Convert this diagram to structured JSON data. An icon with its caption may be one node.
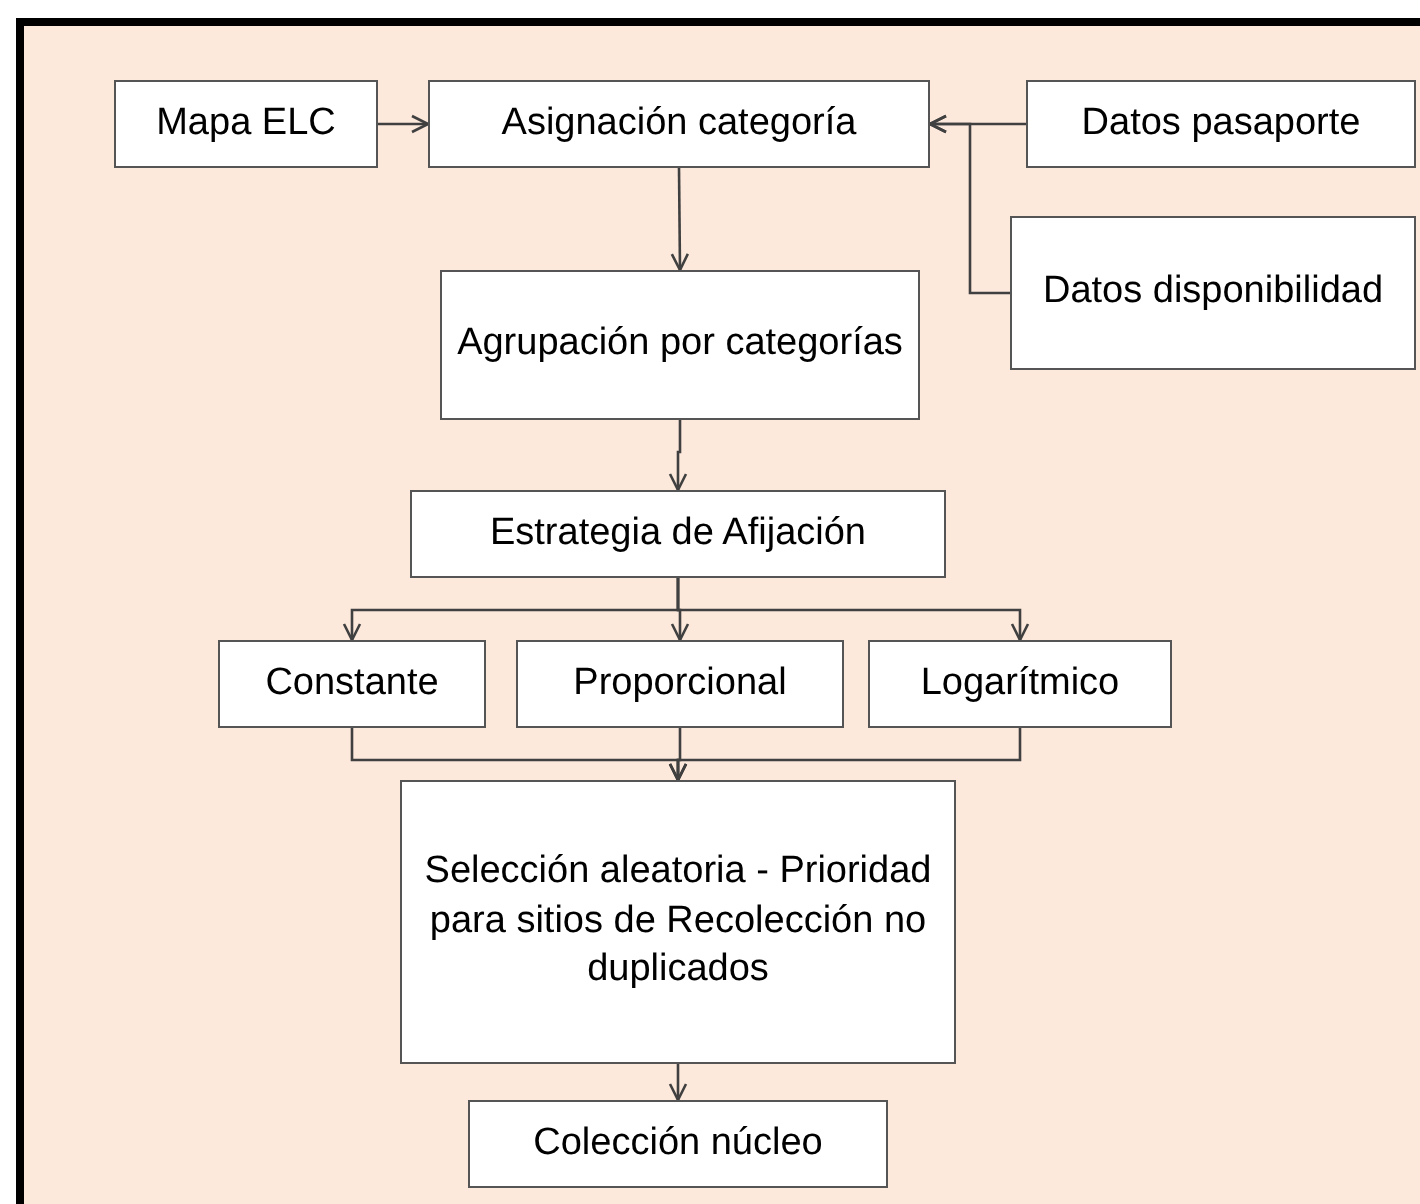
{
  "diagram": {
    "nodes": [
      {
        "text": [
          "Mapa ELC"
        ]
      },
      {
        "text": [
          "Asignación categoría"
        ]
      },
      {
        "text": [
          "Datos pasaporte"
        ]
      },
      {
        "text": [
          "Datos disponibilidad"
        ]
      },
      {
        "text": [
          "Agrupación por categorías"
        ]
      },
      {
        "text": [
          "Estrategia de Afijación"
        ]
      },
      {
        "text": [
          "Constante"
        ]
      },
      {
        "text": [
          "Proporcional"
        ]
      },
      {
        "text": [
          "Logarítmico"
        ]
      },
      {
        "text": [
          "Selección aleatoria - Prioridad para sitios de Recolección no duplicados"
        ]
      },
      {
        "text": [
          "Colección núcleo"
        ]
      }
    ],
    "edges": [
      {
        "from": 0,
        "to": 1,
        "arrow": "to"
      },
      {
        "from": 2,
        "to": 1,
        "arrow": "to"
      },
      {
        "from": 3,
        "to": 1,
        "arrow": "to"
      },
      {
        "from": 1,
        "to": 4,
        "arrow": "to"
      },
      {
        "from": 4,
        "to": 5,
        "arrow": "to"
      },
      {
        "from": 5,
        "to": 6,
        "arrow": "to"
      },
      {
        "from": 5,
        "to": 7,
        "arrow": "to"
      },
      {
        "from": 5,
        "to": 8,
        "arrow": "to"
      },
      {
        "from": 6,
        "to": 9,
        "arrow": "to"
      },
      {
        "from": 7,
        "to": 9,
        "arrow": "to"
      },
      {
        "from": 8,
        "to": 9,
        "arrow": "to"
      },
      {
        "from": 9,
        "to": 10,
        "arrow": "to"
      }
    ]
  }
}
